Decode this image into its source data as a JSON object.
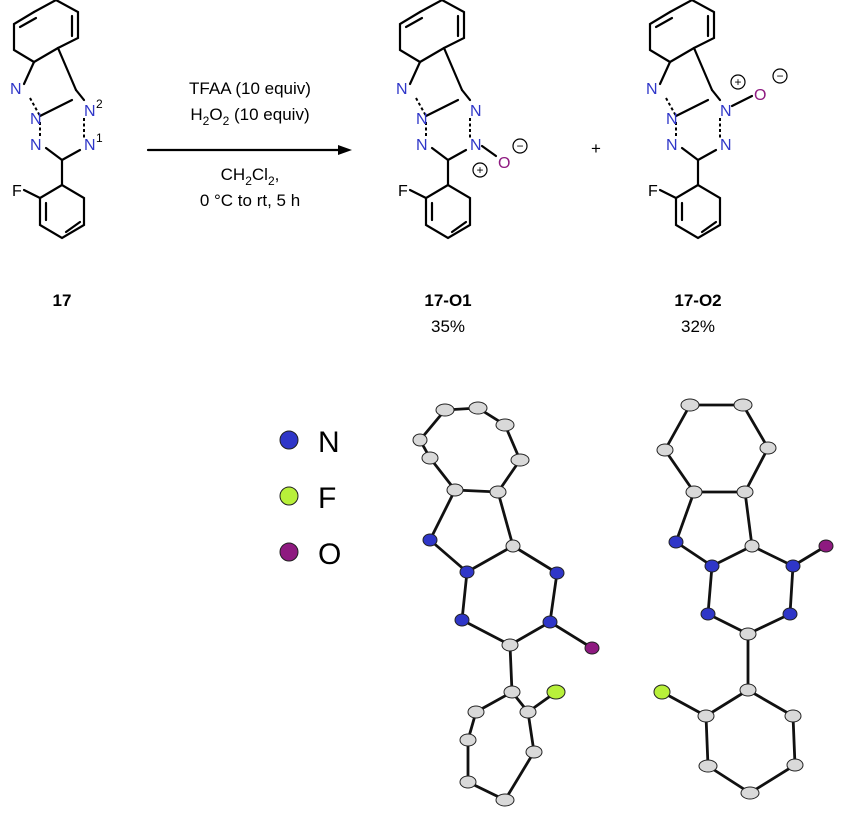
{
  "colors": {
    "nitrogen": "#2f36c8",
    "oxygen": "#8e1a80",
    "fluorine": "#b8f03a",
    "carbon": "#d9d9d9"
  },
  "reaction": {
    "reagent_line1": "TFAA (10 equiv)",
    "reagent_line2_main": "H",
    "reagent_line2_sub1": "2",
    "reagent_line2_mid": "O",
    "reagent_line2_sub2": "2",
    "reagent_line2_tail": " (10 equiv)",
    "solvent_main": "CH",
    "solvent_sub1": "2",
    "solvent_mid": "Cl",
    "solvent_sub2": "2",
    "solvent_tail": ",",
    "conditions": "0 °C to rt, 5 h",
    "plus": "+"
  },
  "compounds": [
    {
      "label": "17",
      "yield": ""
    },
    {
      "label": "17-O1",
      "yield": "35%"
    },
    {
      "label": "17-O2",
      "yield": "32%"
    }
  ],
  "atoms": {
    "N": "N",
    "F": "F",
    "O": "O",
    "sup1": "1",
    "sup2": "2",
    "plus_charge": "+",
    "minus_charge": "−"
  },
  "legend": [
    {
      "element": "N",
      "color": "#2f36c8"
    },
    {
      "element": "F",
      "color": "#b8f03a"
    },
    {
      "element": "O",
      "color": "#8e1a80"
    }
  ]
}
